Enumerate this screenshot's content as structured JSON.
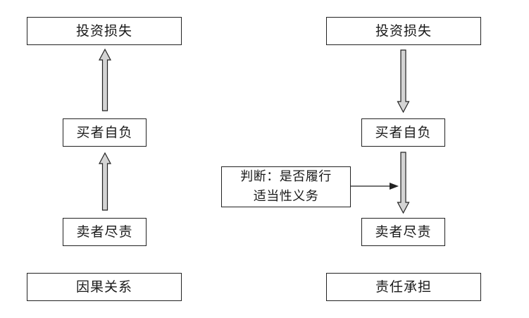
{
  "left_panel": {
    "top_box": "投资损失",
    "middle_box": "买者自负",
    "bottom_box": "卖者尽责",
    "caption": "因果关系"
  },
  "right_panel": {
    "top_box": "投资损失",
    "middle_box": "买者自负",
    "bottom_box": "卖者尽责",
    "caption": "责任承担",
    "judgment_box": {
      "line1": "判断：是否履行",
      "line2": "适当性义务"
    }
  },
  "colors": {
    "arrow_fill": "#d4d4d4",
    "stroke": "#222222"
  }
}
